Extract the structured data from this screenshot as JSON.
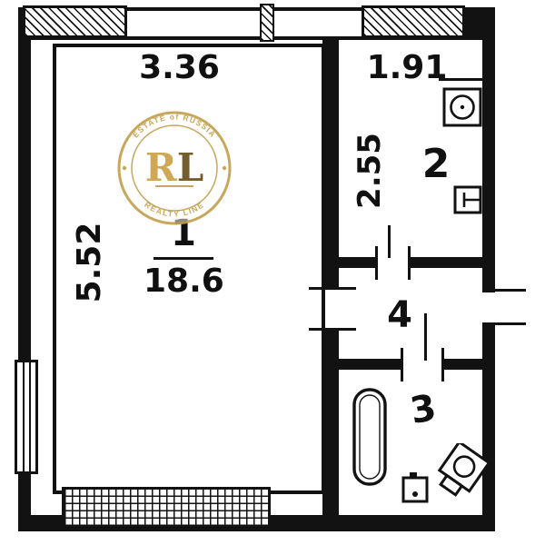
{
  "watermark": {
    "arc_top": "ESTATE of RUSSIA",
    "monogram_r": "R",
    "monogram_l": "L",
    "arc_bottom": "REALTY LINE",
    "gold": "#c3a14f",
    "dark_gold": "#6b501e"
  },
  "dimensions": {
    "room1_width": "3.36",
    "room1_depth": "5.52",
    "room2_width": "1.91",
    "room2_depth": "2.55"
  },
  "rooms": {
    "room1_number": "1",
    "room1_area": "18.6",
    "room2_number": "2",
    "room3_number": "3",
    "room4_number": "4"
  },
  "colors": {
    "wall": "#121212",
    "paper": "#ffffff",
    "watermark_gold": "#c3a14f"
  },
  "fixtures": {
    "room2": [
      "stove-icon",
      "sink-icon"
    ],
    "room3": [
      "bathtub-icon",
      "washbasin-icon",
      "toilet-icon"
    ]
  }
}
